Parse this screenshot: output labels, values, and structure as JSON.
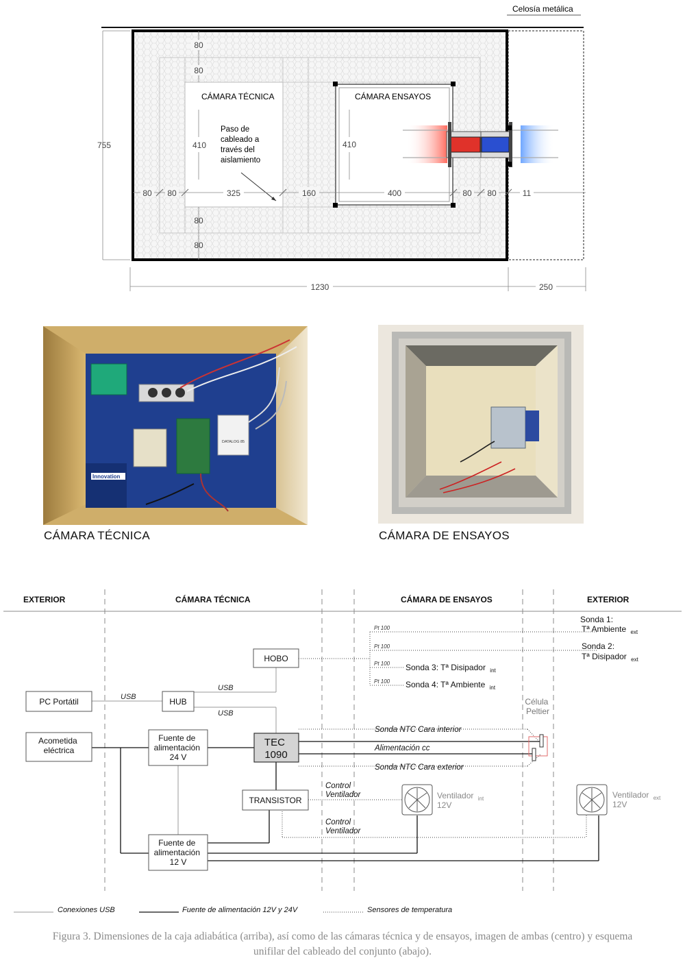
{
  "plan": {
    "lattice_label": "Celosía metálica",
    "tech_chamber_label": "CÁMARA TÉCNICA",
    "test_chamber_label": "CÁMARA ENSAYOS",
    "cable_note": [
      "Paso de",
      "cableado a",
      "través del",
      "aislamiento"
    ],
    "dims": {
      "top_80a": "80",
      "top_80b": "80",
      "bottom_80a": "80",
      "bottom_80b": "80",
      "height_755": "755",
      "tech_410": "410",
      "test_410": "410",
      "w_80a": "80",
      "w_80b": "80",
      "w_325": "325",
      "w_160": "160",
      "w_400": "400",
      "w_80c": "80",
      "w_80d": "80",
      "w_11": "11",
      "total_1230": "1230",
      "ext_250": "250"
    }
  },
  "photos": {
    "tech_label": "CÁMARA TÉCNICA",
    "test_label": "CÁMARA DE ENSAYOS",
    "tech_board_text": [
      "Innovation"
    ],
    "tech_small_labels": [
      "DATALOG 85"
    ]
  },
  "schematic": {
    "zones": [
      "EXTERIOR",
      "CÁMARA TÉCNICA",
      "CÁMARA DE ENSAYOS",
      "EXTERIOR"
    ],
    "boxes": {
      "pc": "PC Portátil",
      "hub": "HUB",
      "hobo": "HOBO",
      "mains": [
        "Acometida",
        "eléctrica"
      ],
      "psu24": [
        "Fuente de",
        "alimentación",
        "24 V"
      ],
      "psu12": [
        "Fuente de",
        "alimentación",
        "12 V"
      ],
      "tec": [
        "TEC",
        "1090"
      ],
      "transistor": "TRANSISTOR"
    },
    "usb_labels": [
      "USB",
      "USB",
      "USB"
    ],
    "pt100": [
      "Pt 100",
      "Pt 100",
      "Pt 100",
      "Pt 100"
    ],
    "probes": {
      "p1_line1": "Sonda 1:",
      "p1_line2": "Tª Ambiente",
      "p1_sub": "ext",
      "p2_line1": "Sonda 2:",
      "p2_line2": "Tª Disipador",
      "p2_sub": "ext",
      "p3": "Sonda 3: Tª Disipador",
      "p3_sub": "int",
      "p4": "Sonda 4: Tª Ambiente",
      "p4_sub": "int"
    },
    "peltier": [
      "Célula",
      "Peltier"
    ],
    "lines": {
      "ntc_int": "Sonda NTC Cara interior",
      "power_cc": "Alimentación cc",
      "ntc_ext": "Sonda NTC Cara exterior",
      "fan_ctrl": [
        "Control",
        "Ventilador"
      ]
    },
    "fan_int": {
      "name": "Ventilador",
      "sub": "int",
      "volt": "12V"
    },
    "fan_ext": {
      "name": "Ventilador",
      "sub": "ext",
      "volt": "12V"
    },
    "legend": {
      "usb": "Conexiones USB",
      "power": "Fuente de alimentación 12V y  24V",
      "sensors": "Sensores de temperatura"
    }
  },
  "caption": [
    "Figura 3. Dimensiones de la caja adiabática (arriba), así como de las cámaras técnica y de ensayos, imagen de ambas (centro) y esquema",
    "unifilar del cableado del conjunto (abajo)."
  ],
  "colors": {
    "hot": "#e0322a",
    "cold": "#2a4fd0",
    "board": "#1f3f8f",
    "caption": "#8a8a8a"
  }
}
